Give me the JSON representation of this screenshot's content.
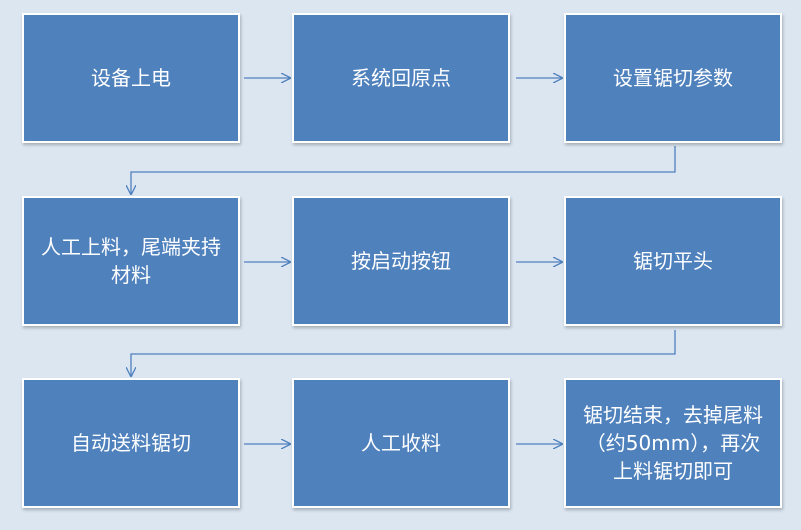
{
  "colors": {
    "background": "#dce6f1",
    "box_fill": "#4f81bd",
    "box_border": "#ffffff",
    "text": "#ffffff",
    "arrow": "#4f81bd"
  },
  "steps": [
    {
      "id": "s1",
      "label": "设备上电"
    },
    {
      "id": "s2",
      "label": "系统回原点"
    },
    {
      "id": "s3",
      "label": "设置锯切参数"
    },
    {
      "id": "s4",
      "label": "人工上料，尾端夹持材料"
    },
    {
      "id": "s5",
      "label": "按启动按钮"
    },
    {
      "id": "s6",
      "label": "锯切平头"
    },
    {
      "id": "s7",
      "label": "自动送料锯切"
    },
    {
      "id": "s8",
      "label": "人工收料"
    },
    {
      "id": "s9",
      "label": "锯切结束，去掉尾料（约50mm），再次上料锯切即可"
    }
  ],
  "connections": [
    {
      "from": "s1",
      "to": "s2"
    },
    {
      "from": "s2",
      "to": "s3"
    },
    {
      "from": "s3",
      "to": "s4"
    },
    {
      "from": "s4",
      "to": "s5"
    },
    {
      "from": "s5",
      "to": "s6"
    },
    {
      "from": "s6",
      "to": "s7"
    },
    {
      "from": "s7",
      "to": "s8"
    },
    {
      "from": "s8",
      "to": "s9"
    }
  ]
}
